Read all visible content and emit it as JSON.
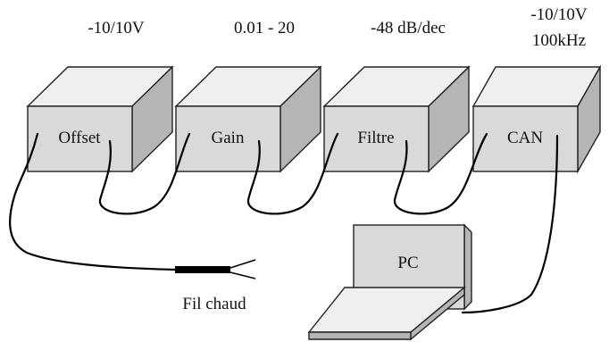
{
  "modules": [
    {
      "label": "Offset",
      "spec": "-10/10V"
    },
    {
      "label": "Gain",
      "spec": "0.01 - 20"
    },
    {
      "label": "Filtre",
      "spec": "-48 dB/dec"
    },
    {
      "label": "CAN",
      "spec": "-10/10V",
      "spec2": "100kHz"
    }
  ],
  "pc": {
    "label": "PC"
  },
  "probe": {
    "label": "Fil chaud"
  }
}
